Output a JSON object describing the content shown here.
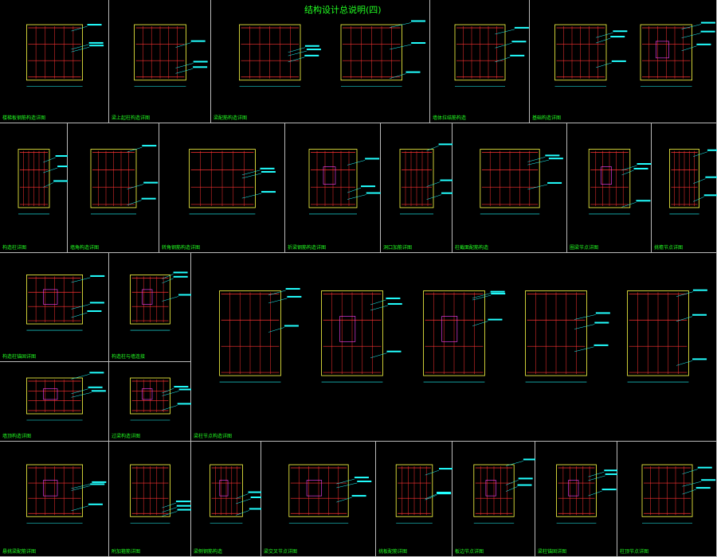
{
  "drawing": {
    "title": "结构设计总说明(四)",
    "colors": {
      "background": "#000000",
      "frame": "#bbbbbb",
      "caption": "#22ff22",
      "rebar": "#ff3333",
      "outline": "#ffff44",
      "dimension": "#22ffff",
      "hatch": "#ff44ff"
    },
    "panels": [
      {
        "caption": "楼梯板钢筋构造详图"
      },
      {
        "caption": "梁上起柱构造详图"
      },
      {
        "caption": "梁配筋构造详图"
      },
      {
        "caption": "墙体拉结筋构造"
      },
      {
        "caption": "基础构造详图"
      },
      {
        "caption": "构造柱详图"
      },
      {
        "caption": "墙角构造详图"
      },
      {
        "caption": "转角钢筋构造详图"
      },
      {
        "caption": "折梁钢筋构造详图"
      },
      {
        "caption": "洞口加筋详图"
      },
      {
        "caption": "柱截面配筋构造"
      },
      {
        "caption": "圈梁节点详图"
      },
      {
        "caption": "挑檐节点详图"
      },
      {
        "caption": "构造柱锚固详图"
      },
      {
        "caption": "构造柱与墙连接"
      },
      {
        "caption": "梁柱节点构造详图"
      },
      {
        "caption": "墙顶构造详图"
      },
      {
        "caption": "过梁构造详图"
      },
      {
        "caption": "悬挑梁配筋详图"
      },
      {
        "caption": "附加箍筋详图"
      },
      {
        "caption": "梁侧钢筋构造"
      },
      {
        "caption": "梁交叉节点详图"
      },
      {
        "caption": "挑板配筋详图"
      },
      {
        "caption": "板边节点详图"
      },
      {
        "caption": "梁柱锚固详图"
      },
      {
        "caption": "柱顶节点详图"
      }
    ]
  }
}
